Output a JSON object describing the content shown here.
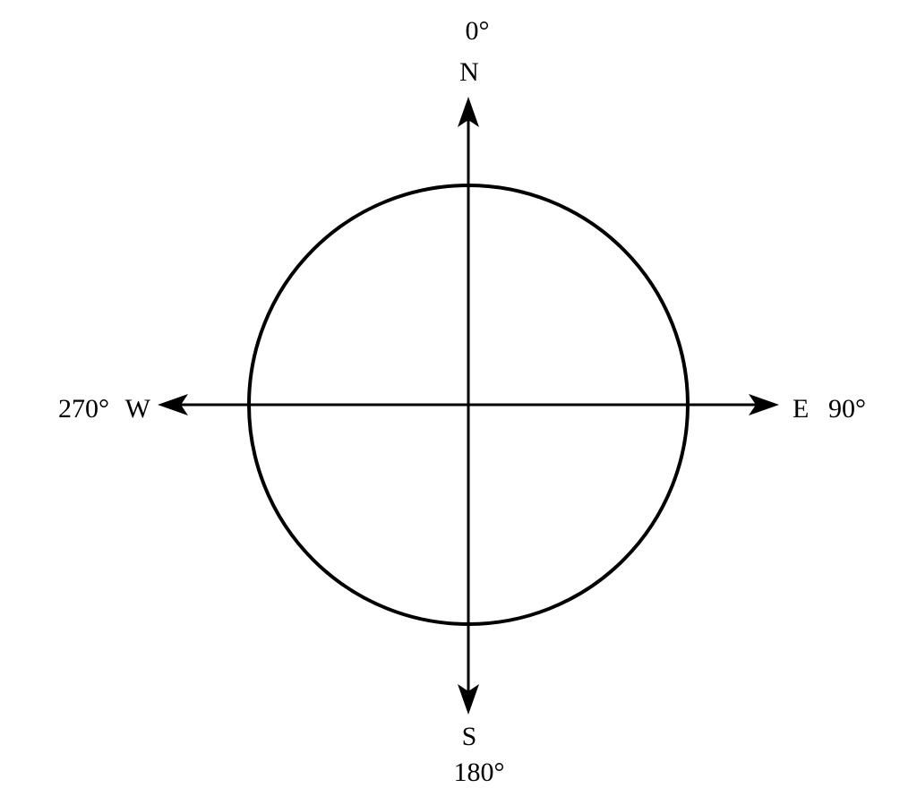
{
  "diagram": {
    "north": {
      "letter": "N",
      "degrees": "0°"
    },
    "east": {
      "letter": "E",
      "degrees": "90°"
    },
    "south": {
      "letter": "S",
      "degrees": "180°"
    },
    "west": {
      "letter": "W",
      "degrees": "270°"
    }
  },
  "colors": {
    "stroke": "#000000",
    "background": "#ffffff"
  }
}
